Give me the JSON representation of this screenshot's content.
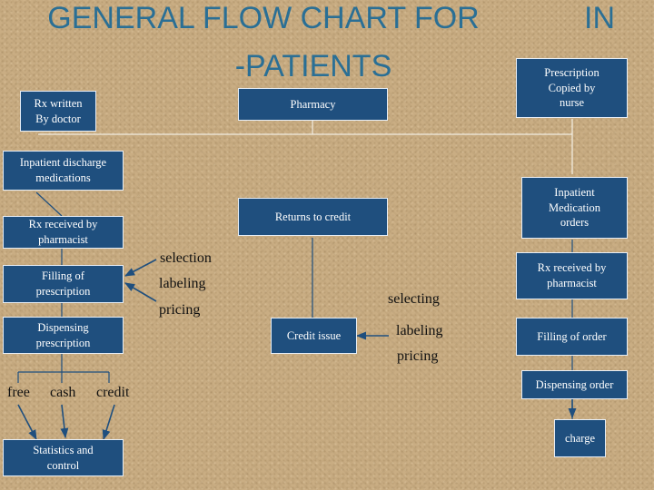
{
  "title": {
    "line1": "GENERAL FLOW CHART FOR",
    "line1_tail": "IN",
    "line2": "-PATIENTS"
  },
  "boxes": {
    "rx_written": "Rx  written\nBy doctor",
    "pharmacy": "Pharmacy",
    "prescription_copied": "Prescription\nCopied by\nnurse",
    "inpatient_discharge": "Inpatient discharge\nmedications",
    "returns_to_credit": "Returns to credit",
    "inpatient_medication_orders": "Inpatient\nMedication\norders",
    "rx_received_left": "Rx  received by\npharmacist",
    "filling_prescription": "Filling of\nprescription",
    "dispensing_prescription": "Dispensing\nprescription",
    "credit_issue": "Credit issue",
    "rx_received_right": "Rx received by\npharmacist",
    "filling_order": "Filling of order",
    "dispensing_order": "Dispensing order",
    "statistics_control": "Statistics and\ncontrol",
    "charge": "charge"
  },
  "labels": {
    "selection": "selection",
    "labeling_left": "labeling",
    "pricing_left": "pricing",
    "selecting": "selecting",
    "labeling_right": "labeling",
    "pricing_right": "pricing",
    "free": "free",
    "cash": "cash",
    "credit": "credit"
  },
  "colors": {
    "box_fill": "#1f4f7e",
    "box_border": "#e7eef6",
    "arrow": "#1f4f7e",
    "title": "#2a6f95",
    "background": "#c9ad83"
  }
}
